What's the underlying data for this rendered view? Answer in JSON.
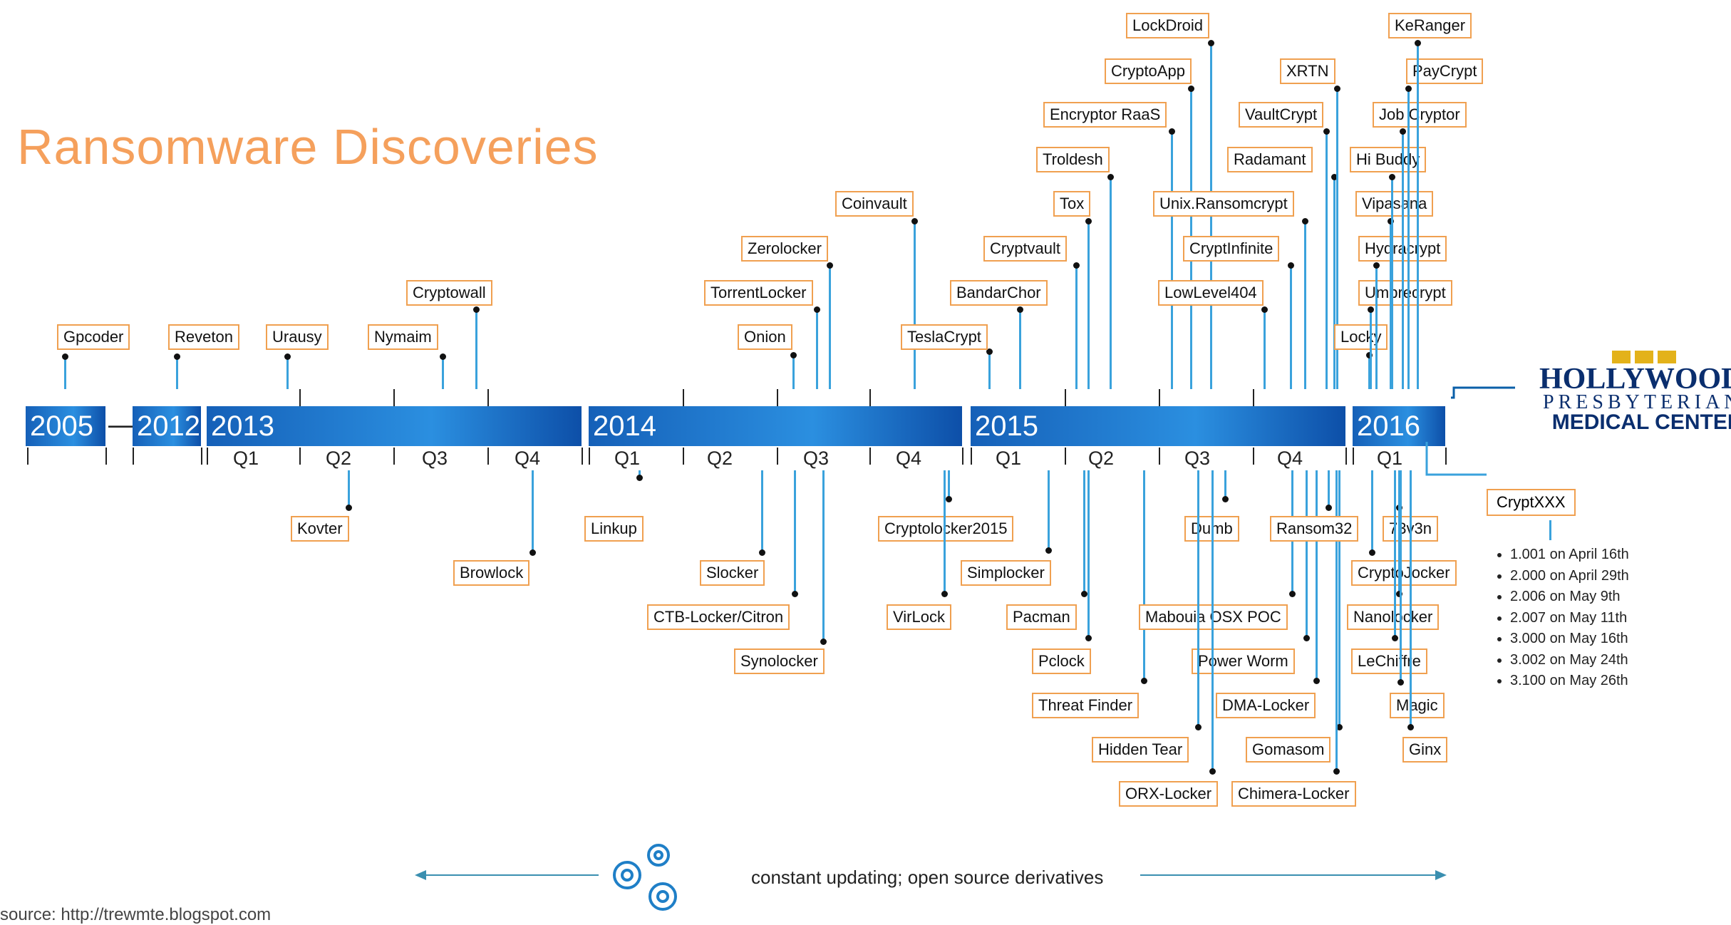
{
  "title": "Ransomware Discoveries",
  "timeline": {
    "year_labels": [
      "2005",
      "2012",
      "2013",
      "2014",
      "2015",
      "2016"
    ],
    "separator": "—",
    "quarters": [
      "Q1",
      "Q2",
      "Q3",
      "Q4",
      "Q1",
      "Q2",
      "Q3",
      "Q4",
      "Q1",
      "Q2",
      "Q3",
      "Q4",
      "Q1"
    ]
  },
  "events_above": [
    "Gpcoder",
    "Reveton",
    "Urausy",
    "Nymaim",
    "Cryptowall",
    "Onion",
    "TorrentLocker",
    "Zerolocker",
    "Coinvault",
    "TeslaCrypt",
    "BandarChor",
    "Cryptvault",
    "Tox",
    "Troldesh",
    "Encryptor RaaS",
    "CryptoApp",
    "LockDroid",
    "Unix.Ransomcrypt",
    "LowLevel404",
    "CryptInfinite",
    "Radamant",
    "VaultCrypt",
    "XRTN",
    "Locky",
    "Umbrecrypt",
    "Hydracrypt",
    "Vipasana",
    "Hi Buddy",
    "Job Cryptor",
    "PayCrypt",
    "KeRanger"
  ],
  "events_below": [
    "Kovter",
    "Browlock",
    "Linkup",
    "Slocker",
    "CTB-Locker/Citron",
    "Synolocker",
    "Cryptolocker2015",
    "VirLock",
    "Simplocker",
    "Pacman",
    "Pclock",
    "Threat Finder",
    "Dumb",
    "Mabouia OSX POC",
    "Power Worm",
    "DMA-Locker",
    "Hidden Tear",
    "ORX-Locker",
    "Gomasom",
    "Chimera-Locker",
    "Ransom32",
    "73v3n",
    "CryptoJocker",
    "Nanolocker",
    "LeChiffre",
    "Magic",
    "Ginx"
  ],
  "logo": {
    "line1": "HOLLYWOOD",
    "line2": "PRESBYTERIAN",
    "line3": "MEDICAL CENTER"
  },
  "cryptxxx": {
    "label": "CryptXXX",
    "versions": [
      "1.001 on April 16th",
      "2.000 on April 29th",
      "2.006 on May 9th",
      "2.007 on May 11th",
      "3.000 on May 16th",
      "3.002 on May 24th",
      "3.100 on May 26th"
    ]
  },
  "note": "constant updating; open source derivatives",
  "source": "source: http://trewmte.blogspot.com",
  "colors": {
    "accent": "#f5a05c",
    "band": "#1e78cc",
    "line": "#3aa2dc"
  }
}
